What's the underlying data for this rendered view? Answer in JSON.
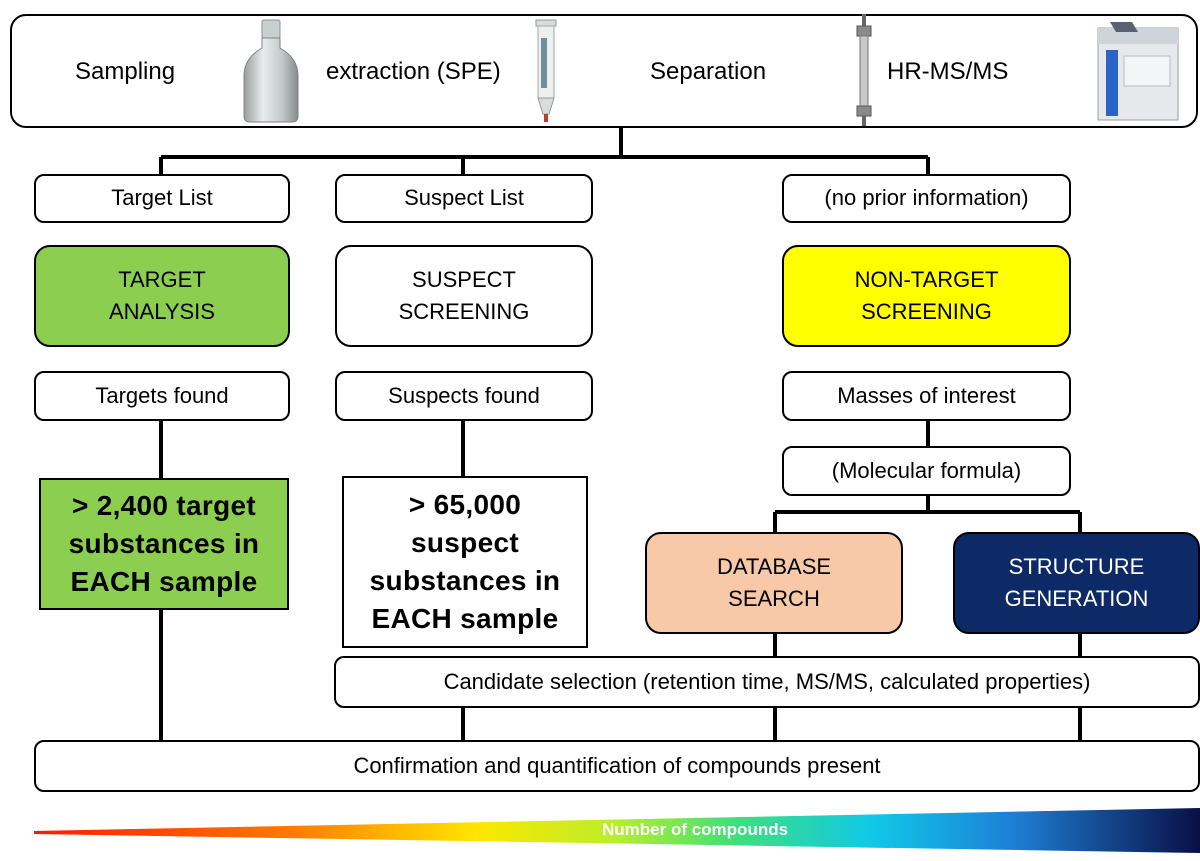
{
  "pipeline": {
    "sampling": "Sampling",
    "extraction": "extraction (SPE)",
    "separation": "Separation",
    "hrms": "HR-MS/MS"
  },
  "info": {
    "target_list": "Target List",
    "suspect_list": "Suspect List",
    "no_prior": "(no prior information)"
  },
  "methods": {
    "target": [
      "TARGET",
      "ANALYSIS"
    ],
    "suspect": [
      "SUSPECT",
      "SCREENING"
    ],
    "nontarget": [
      "NON-TARGET",
      "SCREENING"
    ]
  },
  "found": {
    "targets": "Targets found",
    "suspects": "Suspects found",
    "masses": "Masses of interest"
  },
  "formula": "(Molecular formula)",
  "counts": {
    "target": [
      "> 2,400 target",
      "substances in",
      "EACH sample"
    ],
    "suspect": [
      "> 65,000",
      "suspect",
      "substances in",
      "EACH sample"
    ]
  },
  "search": {
    "database": [
      "DATABASE",
      "SEARCH"
    ],
    "structure": [
      "STRUCTURE",
      "GENERATION"
    ]
  },
  "candidate_selection": "Candidate selection (retention time, MS/MS, calculated properties)",
  "confirmation": "Confirmation and quantification of compounds present",
  "gradient_label": "Number of compounds",
  "colors": {
    "target_fill": "#8ccf50",
    "nontarget_fill": "#ffff00",
    "database_fill": "#f7c9a8",
    "structure_fill": "#0d2a66"
  }
}
